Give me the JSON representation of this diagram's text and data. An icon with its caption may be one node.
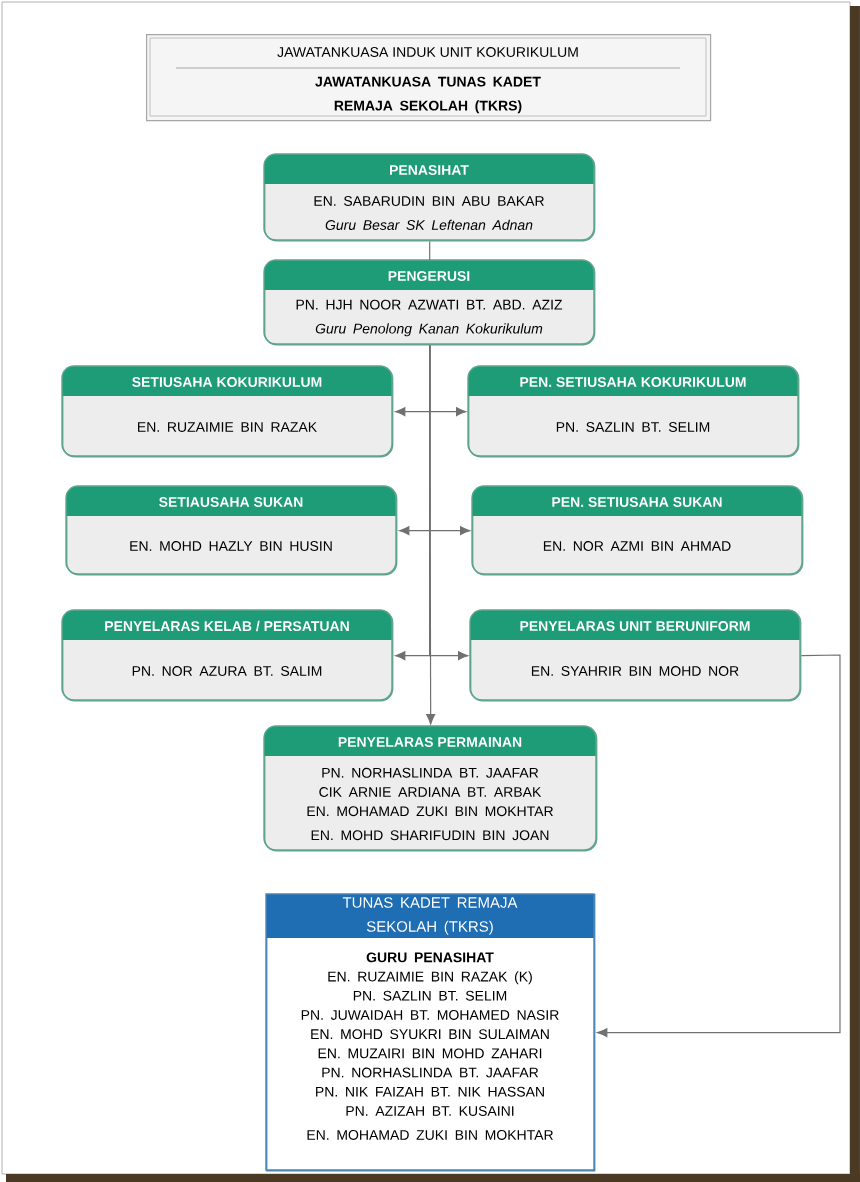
{
  "diagram": {
    "nodes": [
      {
        "text": [
          "JAWATANKUASA INDUK UNIT KOKURIKULUM",
          "JAWATANKUASA TUNAS KADET REMAJA SEKOLAH (TKRS)"
        ]
      },
      {
        "text": [
          "PENASIHAT",
          "EN. SABARUDIN BIN ABU BAKAR",
          "Guru Besar SK Leftenan Adnan"
        ]
      },
      {
        "text": [
          "PENGERUSI",
          "PN. HJH NOOR AZWATI BT. ABD. AZIZ",
          "Guru Penolong Kanan Kokurikulum"
        ]
      },
      {
        "text": [
          "SETIUSAHA KOKURIKULUM",
          "EN. RUZAIMIE BIN RAZAK"
        ]
      },
      {
        "text": [
          "PEN. SETIUSAHA KOKURIKULUM",
          "PN. SAZLIN BT. SELIM"
        ]
      },
      {
        "text": [
          "SETIAUSAHA SUKAN",
          "EN. MOHD HAZLY BIN HUSIN"
        ]
      },
      {
        "text": [
          "PEN. SETIUSAHA SUKAN",
          "EN. NOR AZMI BIN AHMAD"
        ]
      },
      {
        "text": [
          "PENYELARAS KELAB / PERSATUAN",
          "PN. NOR AZURA BT. SALIM"
        ]
      },
      {
        "text": [
          "PENYELARAS UNIT BERUNIFORM",
          "EN. SYAHRIR BIN MOHD NOR"
        ]
      },
      {
        "text": [
          "PENYELARAS PERMAINAN",
          "PN. NORHASLINDA BT. JAAFAR",
          "CIK ARNIE ARDIANA BT. ARBAK",
          "EN. MOHAMAD ZUKI BIN MOKHTAR",
          "EN. MOHD SHARIFUDIN BIN JOAN"
        ]
      },
      {
        "text": [
          "TUNAS KADET REMAJA SEKOLAH (TKRS)",
          "GURU PENASIHAT",
          "EN. RUZAIMIE BIN RAZAK (K)",
          "PN. SAZLIN BT. SELIM",
          "PN. JUWAIDAH BT. MOHAMED NASIR",
          "EN. MOHD SYUKRI BIN SULAIMAN",
          "EN. MUZAIRI BIN MOHD ZAHARI",
          "PN. NORHASLINDA BT. JAAFAR",
          "PN. NIK FAIZAH BT. NIK HASSAN",
          "PN. AZIZAH BT. KUSAINI",
          "EN. MOHAMAD ZUKI BIN MOKHTAR"
        ]
      }
    ],
    "edges": [
      {
        "from": 1,
        "to": 2,
        "arrow": "none"
      },
      {
        "from": 2,
        "to": 3,
        "arrow": "to"
      },
      {
        "from": 2,
        "to": 4,
        "arrow": "to"
      },
      {
        "from": 2,
        "to": 5,
        "arrow": "to"
      },
      {
        "from": 2,
        "to": 6,
        "arrow": "to"
      },
      {
        "from": 2,
        "to": 7,
        "arrow": "to"
      },
      {
        "from": 2,
        "to": 8,
        "arrow": "to"
      },
      {
        "from": 2,
        "to": 9,
        "arrow": "to"
      },
      {
        "from": 8,
        "to": 10,
        "arrow": "to"
      }
    ]
  }
}
